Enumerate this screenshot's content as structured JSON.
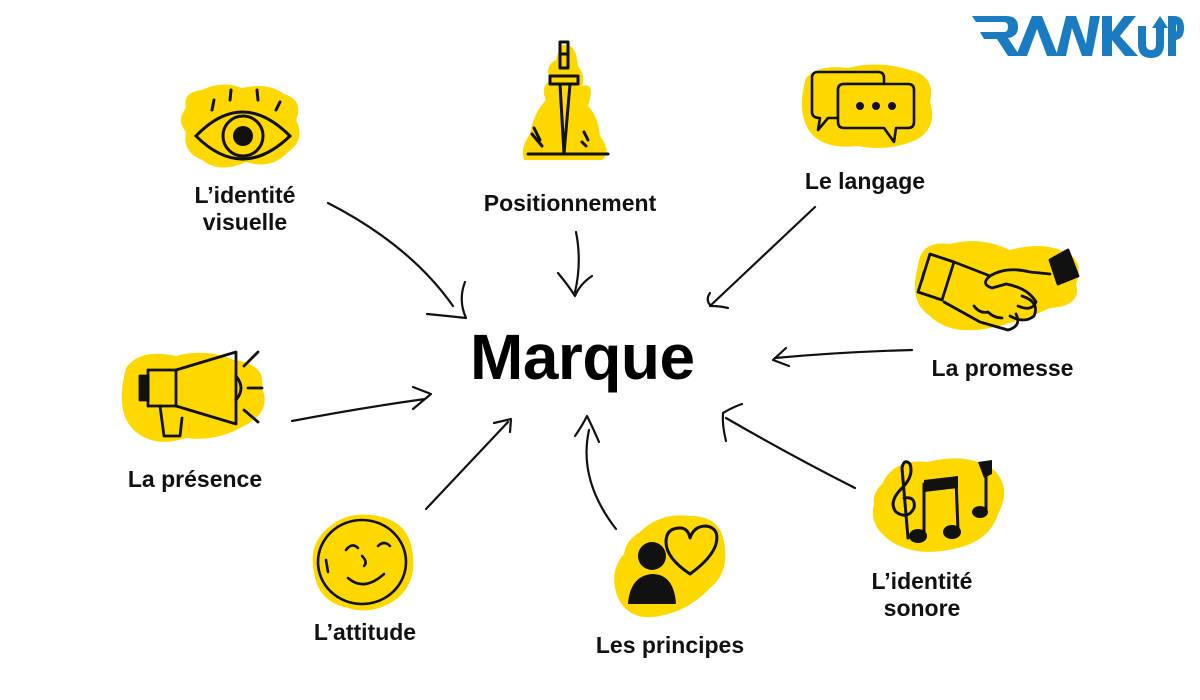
{
  "logo": {
    "text": "RANKUP",
    "color": "#1A7BC1"
  },
  "center": {
    "title": "Marque"
  },
  "colors": {
    "highlight": "#FFD800",
    "ink": "#111111",
    "background": "#FFFFFF"
  },
  "nodes": [
    {
      "id": "identite-visuelle",
      "label_line1": "L’identité",
      "label_line2": "visuelle",
      "icon": "eye-icon"
    },
    {
      "id": "positionnement",
      "label": "Positionnement",
      "icon": "sword-icon"
    },
    {
      "id": "langage",
      "label": "Le langage",
      "icon": "speech-bubbles-icon"
    },
    {
      "id": "promesse",
      "label": "La promesse",
      "icon": "handshake-icon"
    },
    {
      "id": "presence",
      "label": "La présence",
      "icon": "megaphone-icon"
    },
    {
      "id": "attitude",
      "label": "L’attitude",
      "icon": "smiley-icon"
    },
    {
      "id": "principes",
      "label": "Les principes",
      "icon": "person-heart-icon"
    },
    {
      "id": "identite-sonore",
      "label_line1": "L’identité",
      "label_line2": "sonore",
      "icon": "music-notes-icon"
    }
  ]
}
